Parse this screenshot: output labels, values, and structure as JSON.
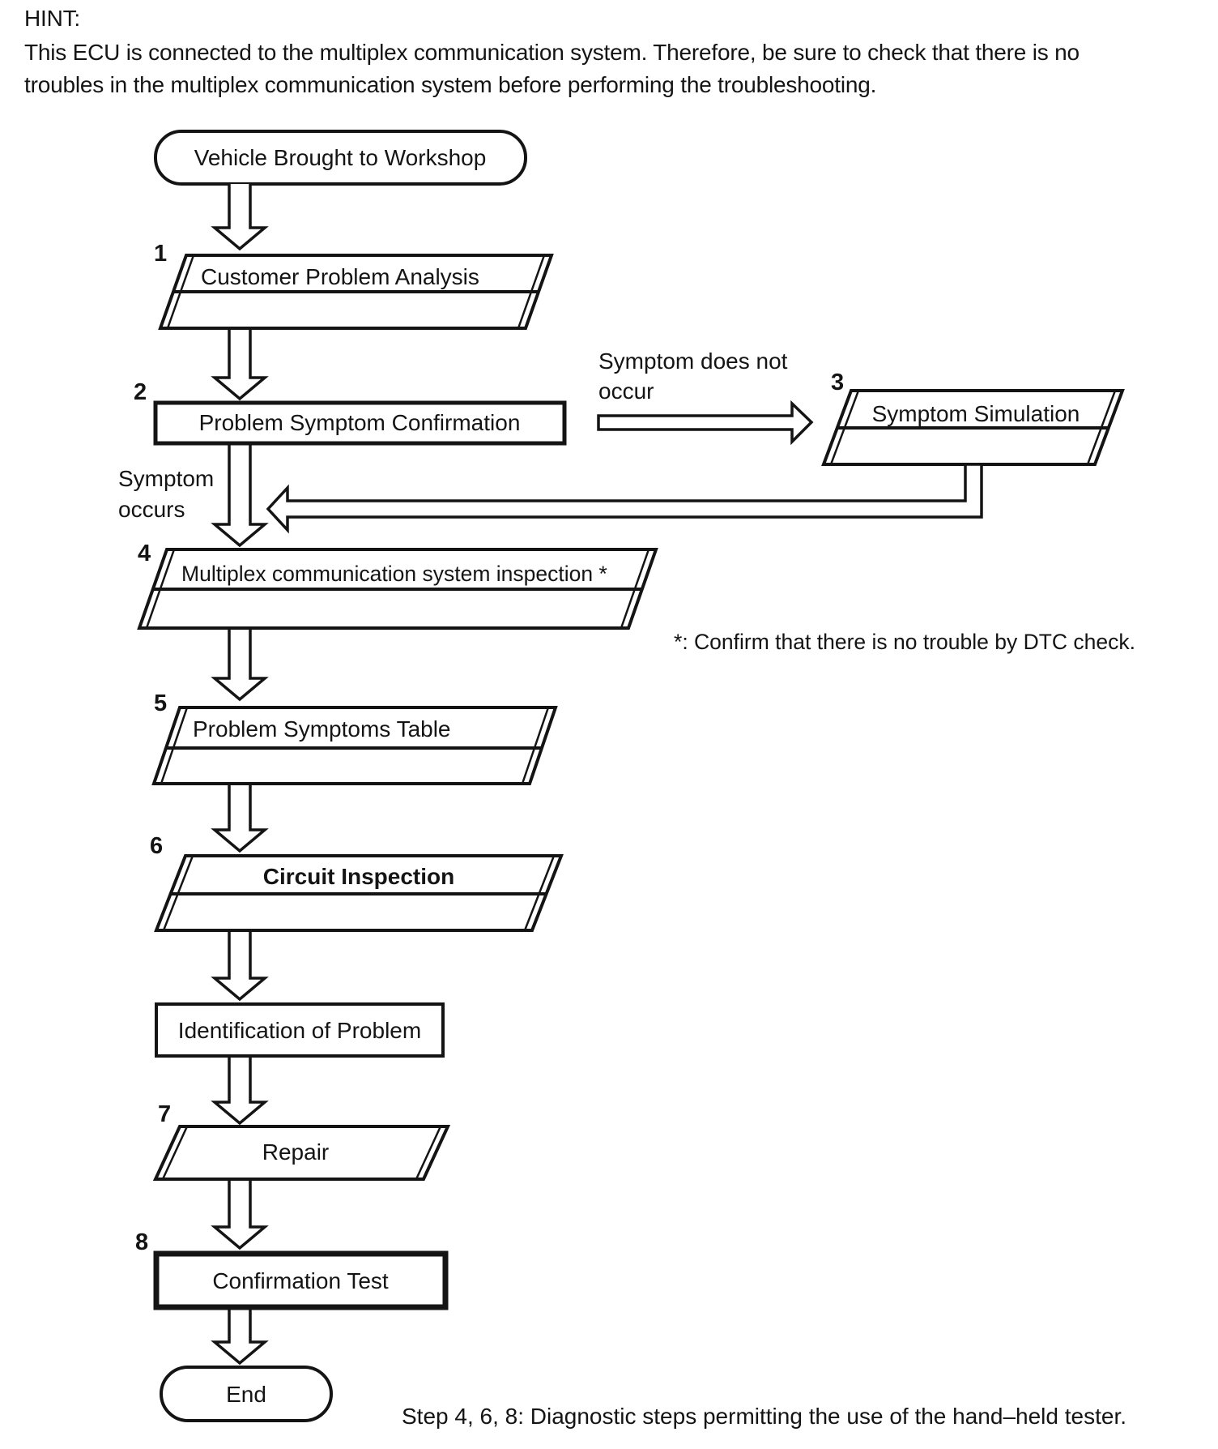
{
  "hint": {
    "label": "HINT:",
    "line1": "This ECU is connected to the multiplex communication system. Therefore, be sure to check that there is no",
    "line2": "troubles in the multiplex communication system before performing the troubleshooting."
  },
  "flow": {
    "start": "Vehicle Brought to Workshop",
    "step1": {
      "num": "1",
      "label": "Customer Problem Analysis"
    },
    "step2": {
      "num": "2",
      "label": "Problem Symptom Confirmation"
    },
    "branch_no": {
      "line1": "Symptom does not",
      "line2": "occur"
    },
    "step3": {
      "num": "3",
      "label": "Symptom Simulation"
    },
    "branch_yes": {
      "line1": "Symptom",
      "line2": "occurs"
    },
    "step4": {
      "num": "4",
      "label": "Multiplex communication system inspection *"
    },
    "footnote": "*: Confirm that there is no trouble by DTC check.",
    "step5": {
      "num": "5",
      "label": "Problem Symptoms Table"
    },
    "step6": {
      "num": "6",
      "label": "Circuit Inspection"
    },
    "identification": "Identification of Problem",
    "step7": {
      "num": "7",
      "label": "Repair"
    },
    "step8": {
      "num": "8",
      "label": "Confirmation Test"
    },
    "end": "End",
    "bottom_note": "Step 4, 6, 8: Diagnostic steps permitting the use of the hand–held tester."
  },
  "colors": {
    "ink": "#141414",
    "background": "#ffffff"
  }
}
